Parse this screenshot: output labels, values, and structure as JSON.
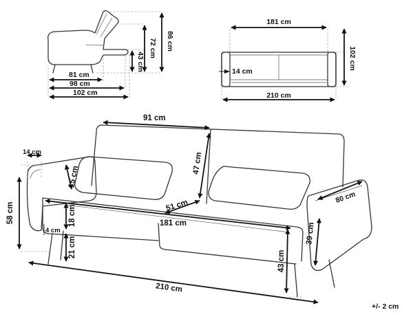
{
  "side_view": {
    "width_81": "81 cm",
    "width_98": "98 cm",
    "width_102": "102 cm",
    "height_86": "86 cm",
    "height_72": "72 cm",
    "height_43": "43 cm"
  },
  "top_view": {
    "width_181": "181 cm",
    "width_210": "210 cm",
    "depth_102": "102 cm",
    "armrest_14": "14 cm"
  },
  "main_view": {
    "back_91": "91 cm",
    "armrest_14": "14 cm",
    "pillow_15": "15 cm",
    "back_47": "47 cm",
    "seat_51": "51 cm",
    "seat_181": "181 cm",
    "height_58": "58 cm",
    "seat_18": "18 cm",
    "leg_4": "4 cm",
    "leg_21": "21 cm",
    "arm_80": "80 cm",
    "arm_39": "39 cm",
    "seat_43": "43 cm",
    "total_210": "210 cm",
    "tolerance": "+/- 2 cm"
  }
}
